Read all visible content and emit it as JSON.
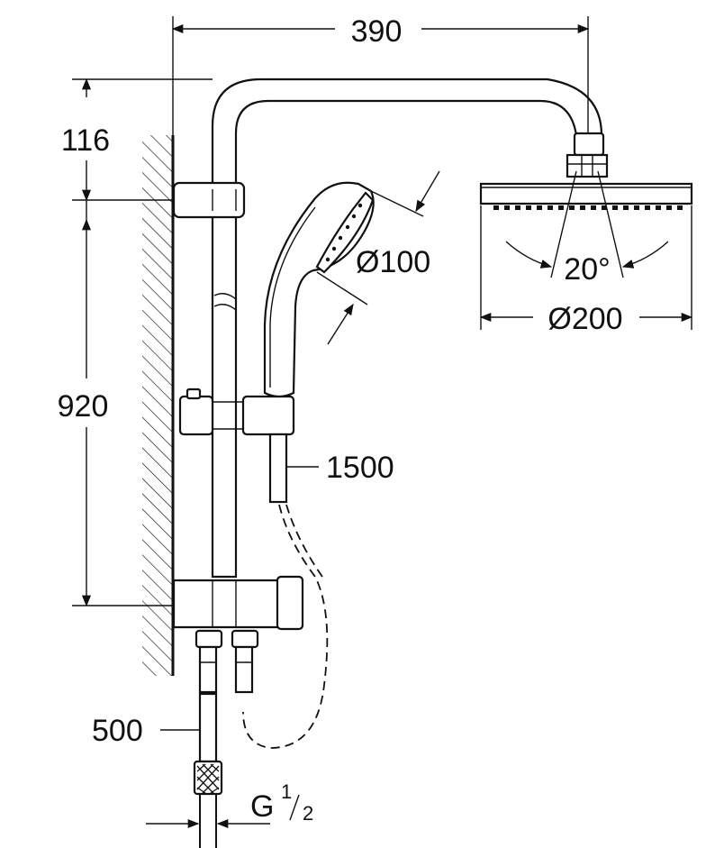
{
  "dimensions": {
    "arm_width": "390",
    "arm_height": "116",
    "rail_length": "920",
    "hand_shower_diameter": "Ø100",
    "head_diameter": "Ø200",
    "head_tilt": "20°",
    "hose_length": "1500",
    "supply_hose_length": "500",
    "thread_g": "G",
    "thread_num": "1",
    "thread_den": "2"
  },
  "colors": {
    "ink": "#111111",
    "background": "#ffffff"
  }
}
